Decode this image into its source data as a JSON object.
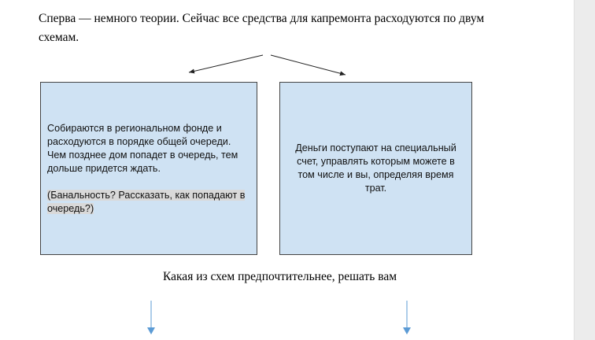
{
  "intro_text": "Сперва — немного теории. Сейчас все средства для капремонта расходуются по двум схемам.",
  "scheme_left": {
    "text": "Собираются в региональном фонде и расходуются в порядке общей очереди. Чем позднее дом попадет в очередь, тем дольше придется ждать.",
    "comment": " (Банальность? Рассказать, как попадают в очередь?)"
  },
  "scheme_right": {
    "text": "Деньги поступают на специальный счет, управлять которым можете в том числе и вы, определяя время трат."
  },
  "conclusion_text": "Какая из схем предпочтительнее, решать вам",
  "colors": {
    "box_fill": "#cfe2f3",
    "arrow_blue": "#5b9bd5",
    "highlight": "#d9d9d9"
  }
}
